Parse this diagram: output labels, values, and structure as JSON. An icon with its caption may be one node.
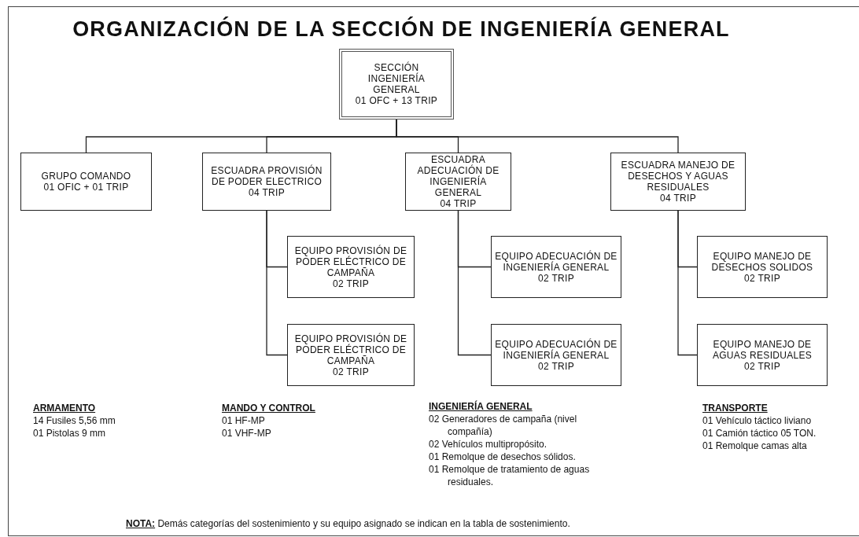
{
  "diagram": {
    "title": "ORGANIZACIÓN DE LA SECCIÓN DE INGENIERÍA GENERAL",
    "nodes": [
      {
        "text": [
          "SECCIÓN INGENIERÍA GENERAL",
          "01 OFC + 13 TRIP"
        ]
      },
      {
        "text": [
          "GRUPO COMANDO",
          "01 OFIC + 01 TRIP"
        ]
      },
      {
        "text": [
          "ESCUADRA PROVISIÓN DE PODER ELECTRICO",
          "04 TRIP"
        ]
      },
      {
        "text": [
          "ESCUADRA ADECUACIÓN DE INGENIERÍA GENERAL",
          "04 TRIP"
        ]
      },
      {
        "text": [
          "ESCUADRA MANEJO DE DESECHOS Y AGUAS RESIDUALES",
          "04 TRIP"
        ]
      },
      {
        "text": [
          "EQUIPO PROVISIÓN DE PODER ELÉCTRICO DE CAMPAÑA",
          "02 TRIP"
        ]
      },
      {
        "text": [
          "EQUIPO PROVISIÓN DE PODER ELÉCTRICO DE CAMPAÑA",
          "02 TRIP"
        ]
      },
      {
        "text": [
          "EQUIPO ADECUACIÓN DE INGENIERÍA GENERAL",
          "02 TRIP"
        ]
      },
      {
        "text": [
          "EQUIPO ADECUACIÓN DE INGENIERÍA GENERAL",
          "02 TRIP"
        ]
      },
      {
        "text": [
          "EQUIPO MANEJO DE DESECHOS SOLIDOS",
          "02 TRIP"
        ]
      },
      {
        "text": [
          "EQUIPO MANEJO DE AGUAS RESIDUALES",
          "02 TRIP"
        ]
      }
    ],
    "edges": [
      {
        "from": 0,
        "to": 1,
        "arrow": "none"
      },
      {
        "from": 0,
        "to": 2,
        "arrow": "none"
      },
      {
        "from": 0,
        "to": 3,
        "arrow": "none"
      },
      {
        "from": 0,
        "to": 4,
        "arrow": "none"
      },
      {
        "from": 2,
        "to": 5,
        "arrow": "none"
      },
      {
        "from": 2,
        "to": 6,
        "arrow": "none"
      },
      {
        "from": 3,
        "to": 7,
        "arrow": "none"
      },
      {
        "from": 3,
        "to": 8,
        "arrow": "none"
      },
      {
        "from": 4,
        "to": 9,
        "arrow": "none"
      },
      {
        "from": 4,
        "to": 10,
        "arrow": "none"
      }
    ],
    "labels": [
      "ARMAMENTO",
      "14 Fusiles 5,56 mm",
      "01 Pistolas 9 mm",
      "MANDO Y CONTROL",
      "01 HF-MP",
      "01 VHF-MP",
      "INGENIERÍA GENERAL",
      "02 Generadores de campaña (nivel compañía)",
      "02 Vehículos multipropósito.",
      "01 Remolque de desechos sólidos.",
      "01 Remolque de tratamiento de aguas residuales.",
      "TRANSPORTE",
      "01 Vehículo táctico liviano",
      "01 Camión táctico 05 TON.",
      "01 Remolque camas alta",
      "**NOTA:** Demás categorías del sostenimiento y su equipo asignado se indican en la tabla de sostenimiento."
    ]
  }
}
